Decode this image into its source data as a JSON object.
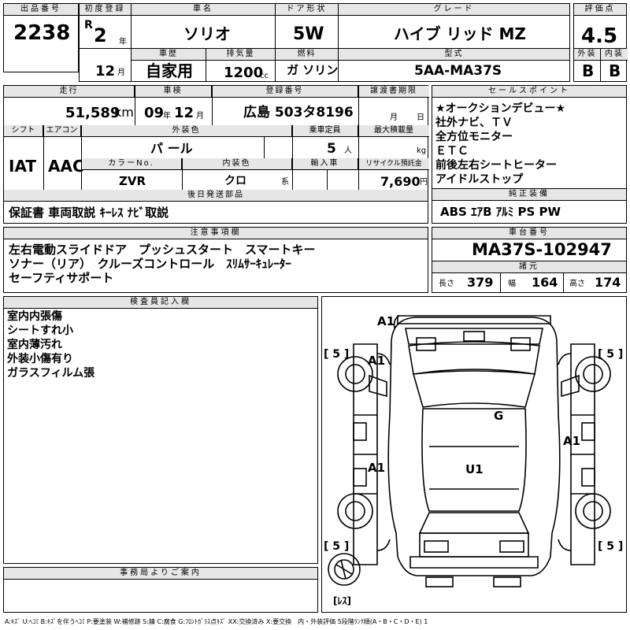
{
  "header": {
    "lot_label": "出品番号",
    "lot_no": "2238",
    "reg_label": "初度登録",
    "era": "R",
    "year": "2",
    "year_unit": "年",
    "month": "12",
    "month_unit": "月",
    "name_label": "車名",
    "name": "ソリオ",
    "door_label": "ドア形状",
    "door": "5W",
    "grade_label": "グレード",
    "grade": "ハイブ リッド MZ",
    "score_label": "評価点",
    "score": "4.5",
    "ext_label": "外装",
    "ext": "B",
    "int_label": "内装",
    "int": "B",
    "history_label": "車歴",
    "history": "自家用",
    "cc_label": "排気量",
    "cc": "1200",
    "cc_unit": "cc",
    "fuel_label": "燃料",
    "fuel": "ガ ソリン",
    "model_label": "型式",
    "model": "5AA-MA37S"
  },
  "specs": {
    "mileage_label": "走行",
    "mileage": "51,589",
    "mileage_unit": "km",
    "inspect_label": "車検",
    "inspect_year": "09",
    "inspect_year_unit": "年",
    "inspect_month": "12",
    "inspect_month_unit": "月",
    "plate_label": "登録番号",
    "plate": "広島 503タ8196",
    "transfer_label": "譲渡書期限",
    "transfer_month_unit": "月",
    "transfer_day_unit": "日",
    "shift_label": "シフト",
    "shift": "IAT",
    "ac_label": "エアコン",
    "ac": "AAC",
    "color_label": "外装色",
    "color": "パ ール",
    "capacity_label": "乗車定員",
    "capacity": "5",
    "capacity_unit": "人",
    "load_label": "最大積載量",
    "load_unit": "kg",
    "colorno_label": "カラーNo.",
    "colorno": "ZVR",
    "intcolor_label": "内装色",
    "intcolor": "クロ",
    "intcolor_unit": "系",
    "import_label": "輸入車",
    "recycle_label": "リサイクル預託金",
    "recycle": "7,690",
    "recycle_unit": "円"
  },
  "sales": {
    "label": "セールスポイント",
    "lines": [
      "★オークションデビュー★",
      "社外ナビ、ＴＶ",
      "全方位モニター",
      "ＥＴＣ",
      "前後左右シートヒーター",
      "アイドルストップ"
    ]
  },
  "later": {
    "label": "後日発送部品",
    "text": "保証書 車両取説 ｷｰﾚｽ ﾅﾋﾞ取説"
  },
  "equip": {
    "label": "純正装備",
    "text": "ABS ｴｱB ｱﾙﾐ PS PW"
  },
  "notes": {
    "label": "注意事項欄",
    "lines": [
      "左右電動スライドドア　プッシュスタート　スマートキー",
      "ソナー（リア）　クルーズコントロール　ｽﾘﾑｻｰｷｭﾚｰﾀｰ",
      "セーフティサポート"
    ]
  },
  "chassis": {
    "label": "車台番号",
    "value": "MA37S-102947"
  },
  "dims": {
    "label": "諸元",
    "len_label": "長さ",
    "len": "379",
    "wid_label": "幅",
    "wid": "164",
    "hei_label": "高さ",
    "hei": "174"
  },
  "inspector": {
    "label": "検査員記入欄",
    "lines": [
      "室内内張傷",
      "シートすれ小",
      "室内薄汚れ",
      "外装小傷有り",
      "ガラスフィルム張"
    ]
  },
  "office": {
    "label": "事務局よりご案内"
  },
  "diagram": {
    "marks": {
      "a1_top": "A1",
      "a1_left_front": "A1",
      "a1_right": "A1",
      "a1_left_rear": "A1",
      "g": "G",
      "u1": "U1"
    },
    "tires": {
      "fl": "[ 5 ]",
      "fr": "[ 5 ]",
      "rl": "[ 5 ]",
      "rr": "[ 5 ]"
    },
    "spare": "[ﾚｽ]"
  },
  "legend": "A:ｷｽﾞ U:ﾍｺﾐ B:ｷｽﾞを伴うﾍｺﾐ P:要塗装 W:補修跡 S:錆 C:腐食 G:ﾌﾛﾝﾄｶﾞﾗｽ点ｷｽﾞ XX:交換済み X:要交換　内・外装評価 5段階ﾗﾝｸ順(A・B・C・D・E) 1"
}
